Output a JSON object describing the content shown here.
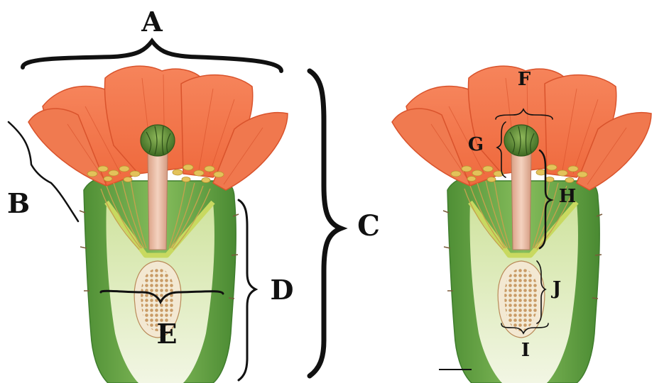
{
  "labels": {
    "a": "A",
    "b": "B",
    "c": "C",
    "d": "D",
    "e": "E",
    "f": "F",
    "g": "G",
    "h": "H",
    "i": "I",
    "j": "J"
  },
  "colors": {
    "petal": "#f3764d",
    "petal_dark": "#e24a24",
    "petal_vein": "#d3502d",
    "receptacle_green": "#6aa84f",
    "receptacle_dark": "#3f7d2d",
    "inner_tissue": "#e4efc8",
    "stamen_gold": "#e3c25a",
    "style_pink": "#e9b9a0",
    "stigma_green": "#4f7b2c",
    "ovule_tan": "#caa272",
    "bracket": "#111111"
  },
  "icons": [
    "flower-illustration",
    "scale-bar"
  ]
}
